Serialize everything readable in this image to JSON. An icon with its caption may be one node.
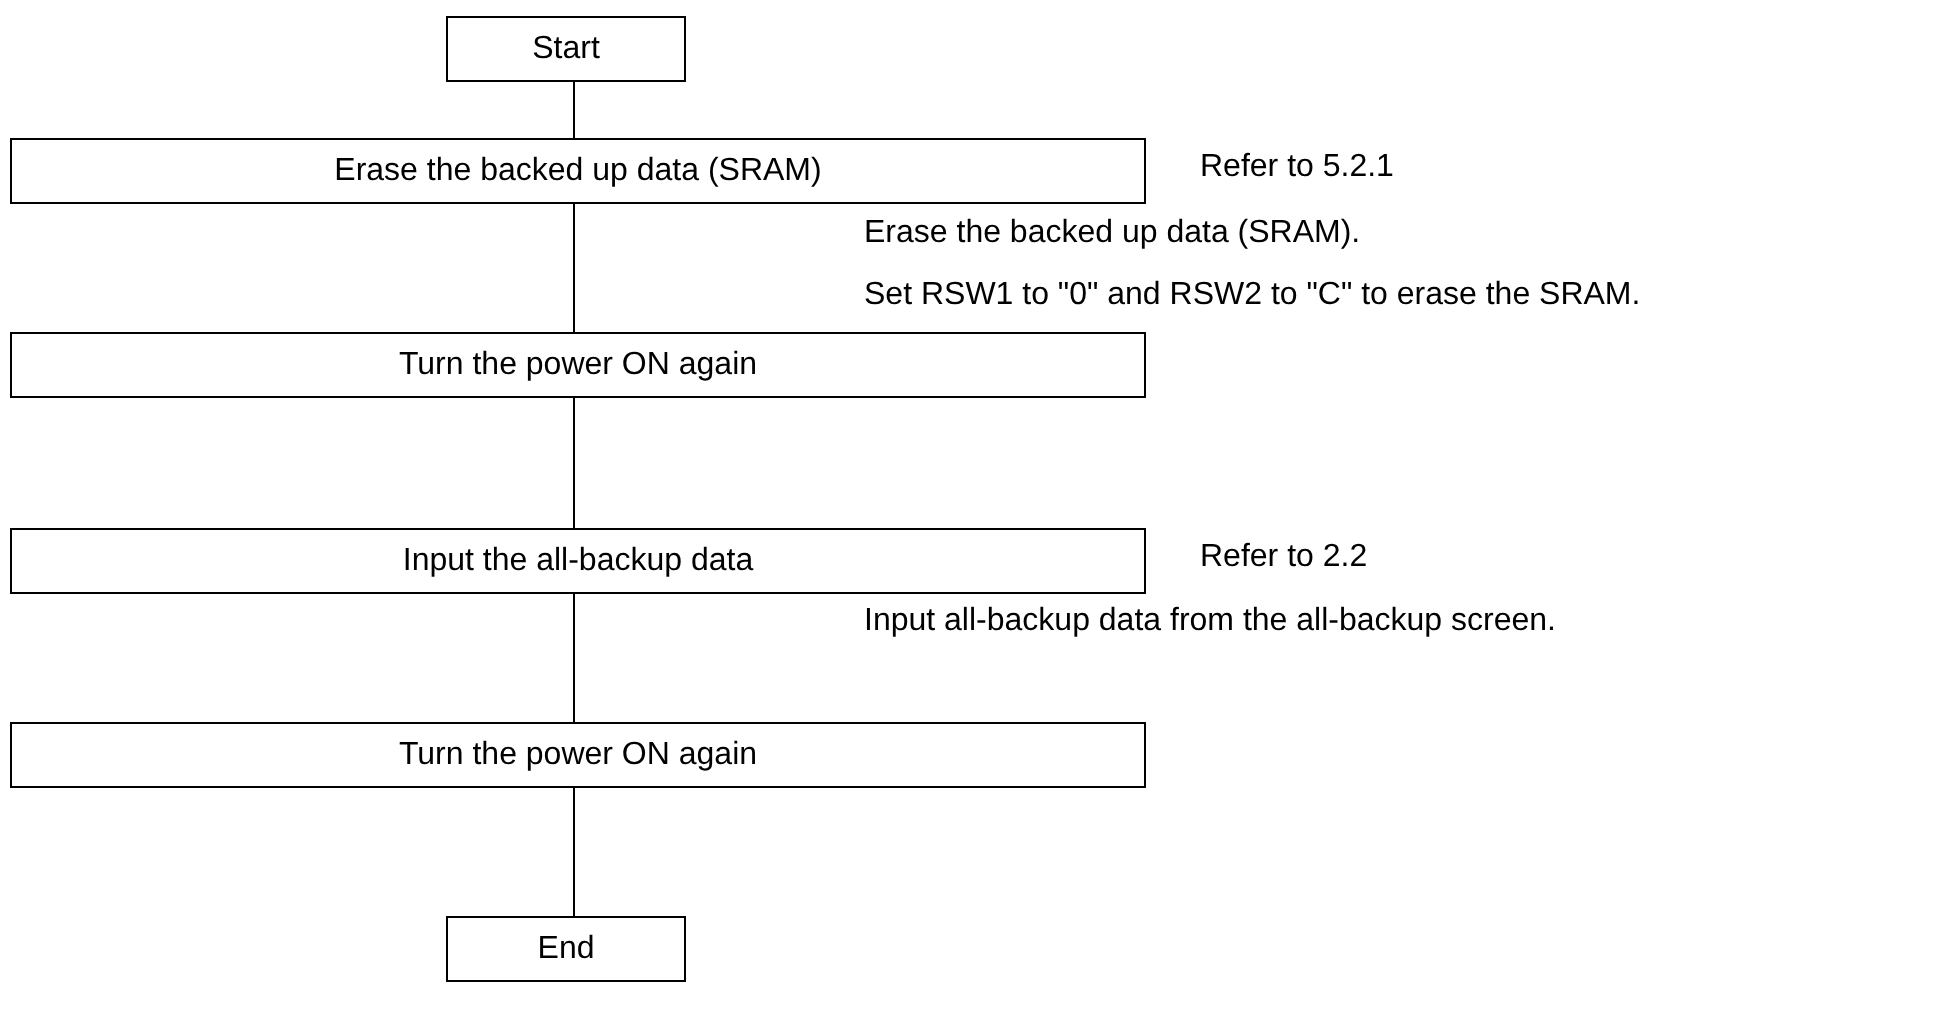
{
  "diagram": {
    "nodes": [
      {
        "text": [
          "Start"
        ]
      },
      {
        "text": [
          "Erase the backed up data (SRAM)"
        ],
        "beside": [
          "Refer to 5.2.1"
        ]
      },
      {
        "text": [
          "Turn the power ON again"
        ]
      },
      {
        "text": [
          "Input the all-backup data"
        ],
        "beside": [
          "Refer to 2.2"
        ]
      },
      {
        "text": [
          "Turn the power ON again"
        ]
      },
      {
        "text": [
          "End"
        ]
      }
    ],
    "edges": [
      {
        "from": 0,
        "to": 1,
        "arrow": "none"
      },
      {
        "from": 1,
        "to": 2,
        "arrow": "none"
      },
      {
        "from": 2,
        "to": 3,
        "arrow": "none"
      },
      {
        "from": 3,
        "to": 4,
        "arrow": "none"
      },
      {
        "from": 4,
        "to": 5,
        "arrow": "none"
      }
    ],
    "labels": [
      "Erase the backed up data (SRAM).",
      "Set RSW1 to \"0\" and RSW2 to \"C\" to erase the SRAM.",
      "Input all-backup data from the all-backup screen."
    ]
  }
}
